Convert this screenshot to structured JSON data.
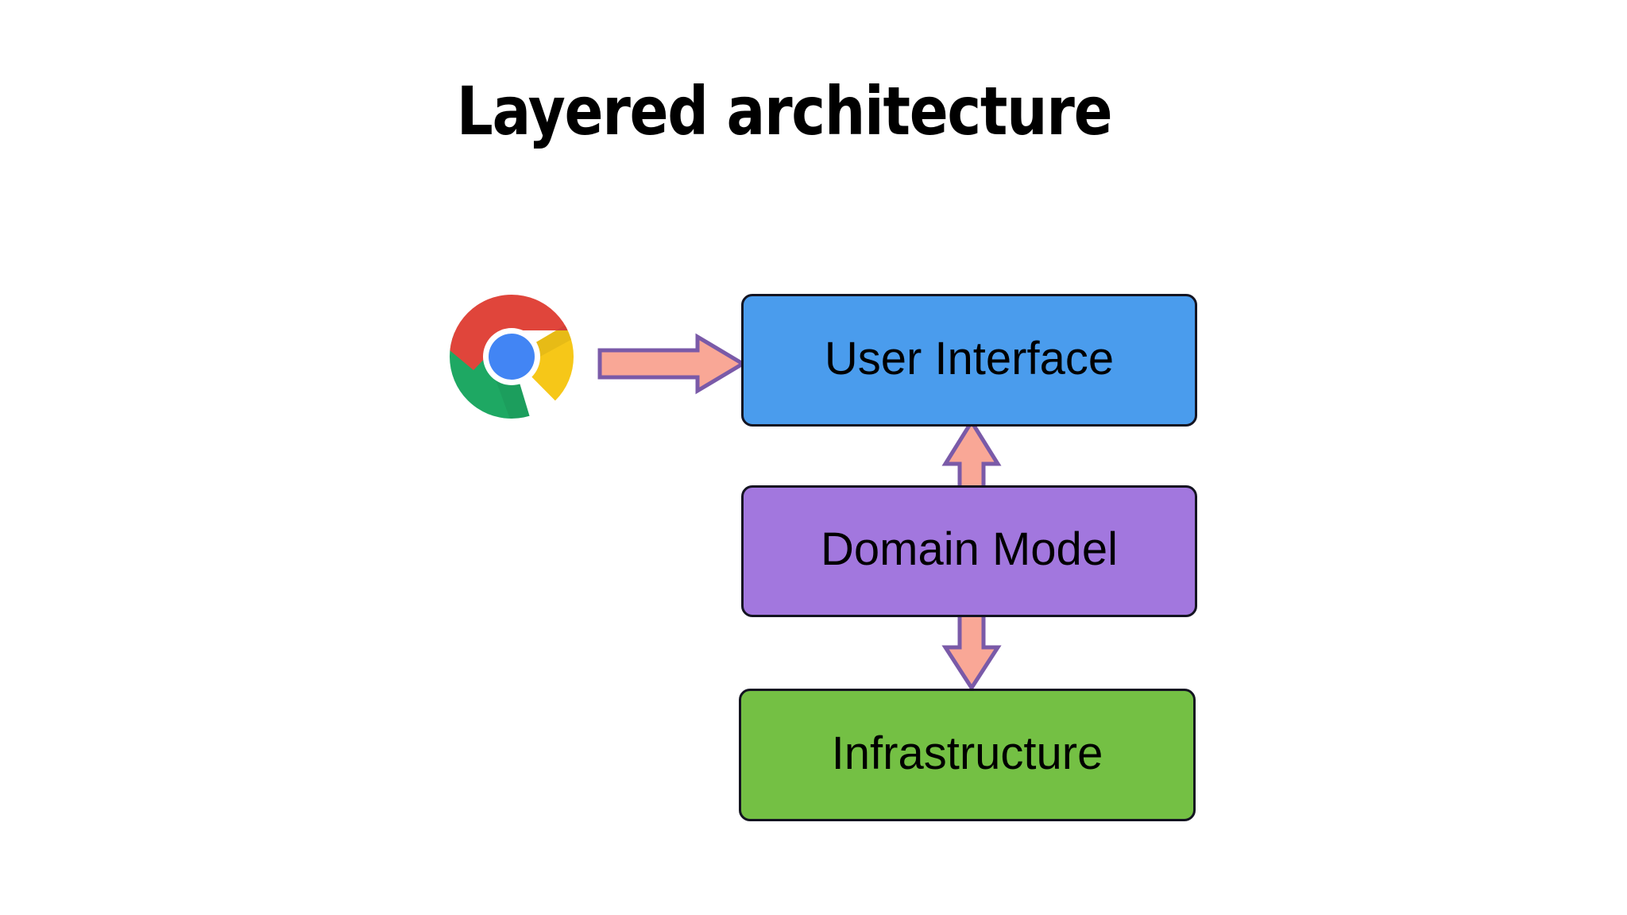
{
  "slide": {
    "title": "Layered architecture",
    "background_color": "#ffffff"
  },
  "diagram": {
    "type": "layered-architecture",
    "actor": {
      "icon": "chrome-browser-logo",
      "label": "",
      "colors": {
        "red": "#e0453b",
        "yellow": "#f6c718",
        "green": "#1ea863",
        "blue": "#4285f4",
        "ring": "#ffffff"
      }
    },
    "layers": [
      {
        "id": "user-interface",
        "label": "User Interface",
        "fill": "#4a9ced",
        "border": "#141421"
      },
      {
        "id": "domain-model",
        "label": "Domain Model",
        "fill": "#a277de",
        "border": "#141421"
      },
      {
        "id": "infrastructure",
        "label": "Infrastructure",
        "fill": "#74c044",
        "border": "#141421"
      }
    ],
    "connections": [
      {
        "id": "browser-to-ui",
        "from": "chrome-browser-logo",
        "to": "user-interface",
        "direction": "right",
        "fill": "#f9a796",
        "stroke": "#7a5aa8"
      },
      {
        "id": "ui-domain",
        "from": "domain-model",
        "to": "user-interface",
        "direction": "up",
        "fill": "#f9a796",
        "stroke": "#7a5aa8"
      },
      {
        "id": "domain-infra",
        "from": "domain-model",
        "to": "infrastructure",
        "direction": "down",
        "fill": "#f9a796",
        "stroke": "#7a5aa8"
      }
    ]
  }
}
